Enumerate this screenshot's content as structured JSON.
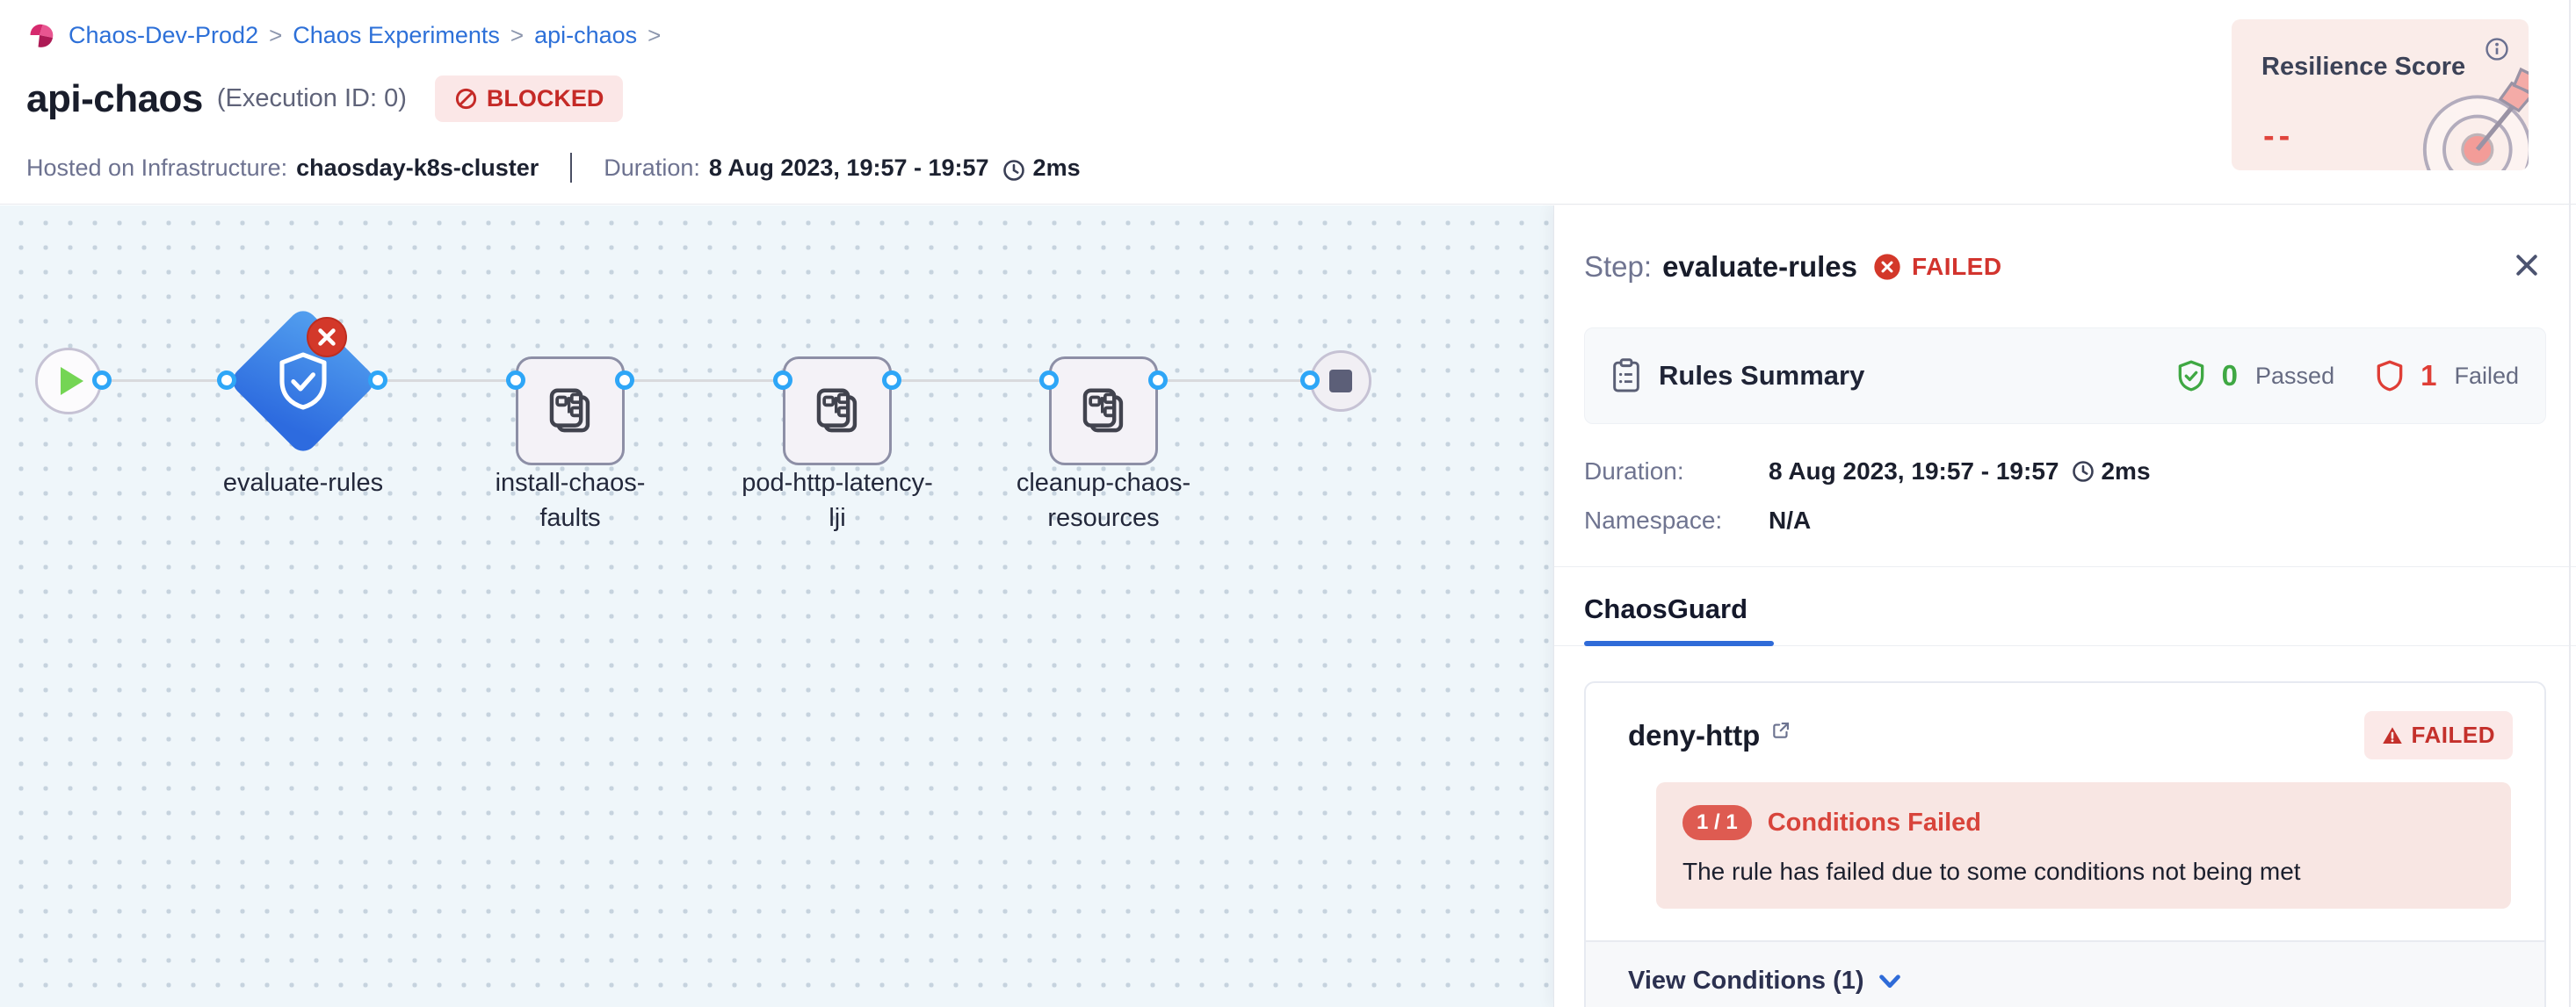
{
  "breadcrumb": {
    "separator": ">",
    "items": [
      "Chaos-Dev-Prod2",
      "Chaos Experiments",
      "api-chaos"
    ]
  },
  "header": {
    "title": "api-chaos",
    "execution_id": "(Execution ID: 0)",
    "status_badge": "BLOCKED",
    "infra_label": "Hosted on Infrastructure:",
    "infra_value": "chaosday-k8s-cluster",
    "duration_label": "Duration:",
    "duration_value": "8 Aug 2023, 19:57 - 19:57",
    "duration_ms": "2ms"
  },
  "resilience": {
    "title": "Resilience Score",
    "value": "--"
  },
  "pipeline": {
    "nodes": [
      {
        "type": "guard",
        "lines": [
          "evaluate-rules"
        ]
      },
      {
        "type": "step",
        "lines": [
          "install-chaos-",
          "faults"
        ]
      },
      {
        "type": "step",
        "lines": [
          "pod-http-latency-",
          "lji"
        ]
      },
      {
        "type": "step",
        "lines": [
          "cleanup-chaos-",
          "resources"
        ]
      }
    ]
  },
  "panel": {
    "step_label": "Step:",
    "step_name": "evaluate-rules",
    "step_status": "FAILED",
    "rules_summary": {
      "title": "Rules Summary",
      "passed_count": "0",
      "passed_label": "Passed",
      "failed_count": "1",
      "failed_label": "Failed"
    },
    "duration": {
      "label": "Duration:",
      "value": "8 Aug 2023, 19:57 - 19:57",
      "ms": "2ms"
    },
    "namespace": {
      "label": "Namespace:",
      "value": "N/A"
    },
    "tab": "ChaosGuard",
    "rule_card": {
      "name": "deny-http",
      "status": "FAILED",
      "conditions_ratio": "1 / 1",
      "conditions_title": "Conditions Failed",
      "conditions_message": "The rule has failed due to some conditions not being met",
      "footer": "View Conditions (1)"
    }
  },
  "colors": {
    "brand_blue": "#2D70D8",
    "failed_red": "#D2342E",
    "blocked_red": "#C52A27",
    "passed_green": "#3FA843",
    "node_blue_gradient": [
      "#53A0EF",
      "#2D6BDF"
    ],
    "canvas_bg": "#EFF6FA",
    "resilience_bg": "#FAECE9"
  }
}
